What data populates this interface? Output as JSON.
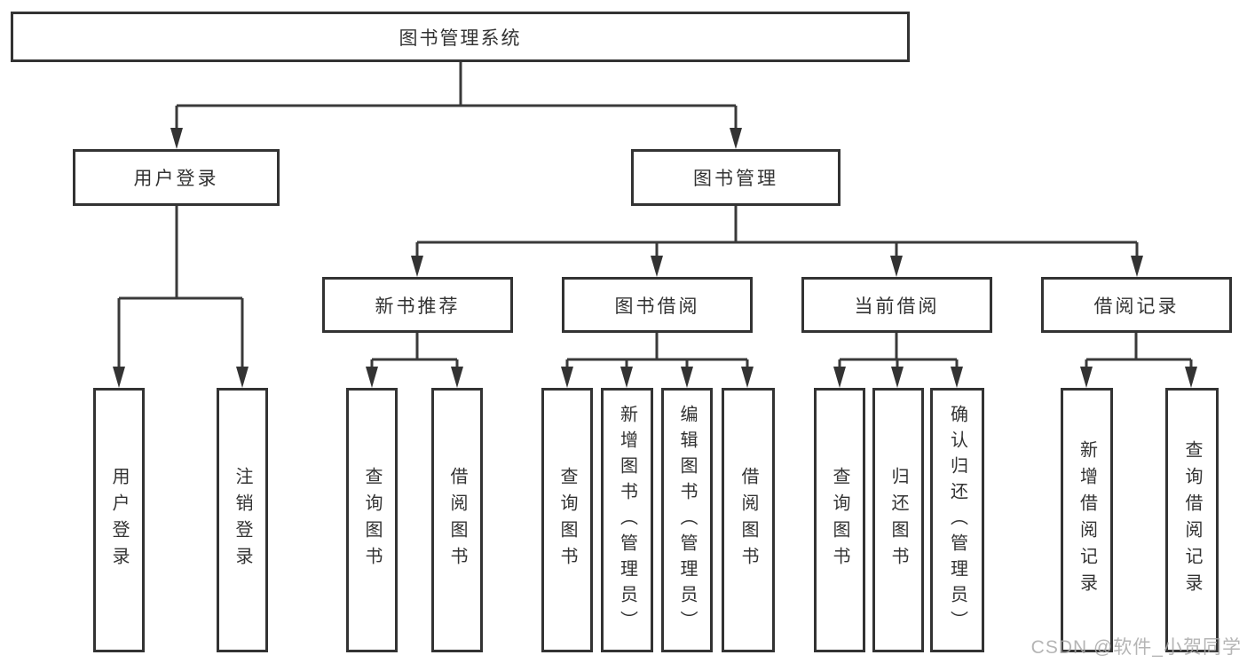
{
  "diagram": {
    "root": {
      "label": "图书管理系统"
    },
    "level2": {
      "user_login": {
        "label": "用户登录"
      },
      "book_mgmt": {
        "label": "图书管理"
      }
    },
    "level3": {
      "new_books": {
        "label": "新书推荐"
      },
      "book_borrow": {
        "label": "图书借阅"
      },
      "current_borrow": {
        "label": "当前借阅"
      },
      "borrow_records": {
        "label": "借阅记录"
      }
    },
    "leaves": {
      "login": {
        "label": "用户登录"
      },
      "logout": {
        "label": "注销登录"
      },
      "nb_query": {
        "label": "查询图书"
      },
      "nb_borrow": {
        "label": "借阅图书"
      },
      "bb_query": {
        "label": "查询图书"
      },
      "bb_add": {
        "label": "新增图书（管理员）"
      },
      "bb_edit": {
        "label": "编辑图书（管理员）"
      },
      "bb_borrow": {
        "label": "借阅图书"
      },
      "cb_query": {
        "label": "查询图书"
      },
      "cb_return": {
        "label": "归还图书"
      },
      "cb_confirm": {
        "label": "确认归还（管理员）"
      },
      "br_add": {
        "label": "新增借阅记录"
      },
      "br_query": {
        "label": "查询借阅记录"
      }
    }
  },
  "watermark": {
    "text": "CSDN @软件_小贺同学"
  },
  "colors": {
    "line": "#3a3a3a",
    "box_border": "#333333",
    "text": "#333333",
    "watermark": "#a8a8a8",
    "background": "#ffffff"
  }
}
